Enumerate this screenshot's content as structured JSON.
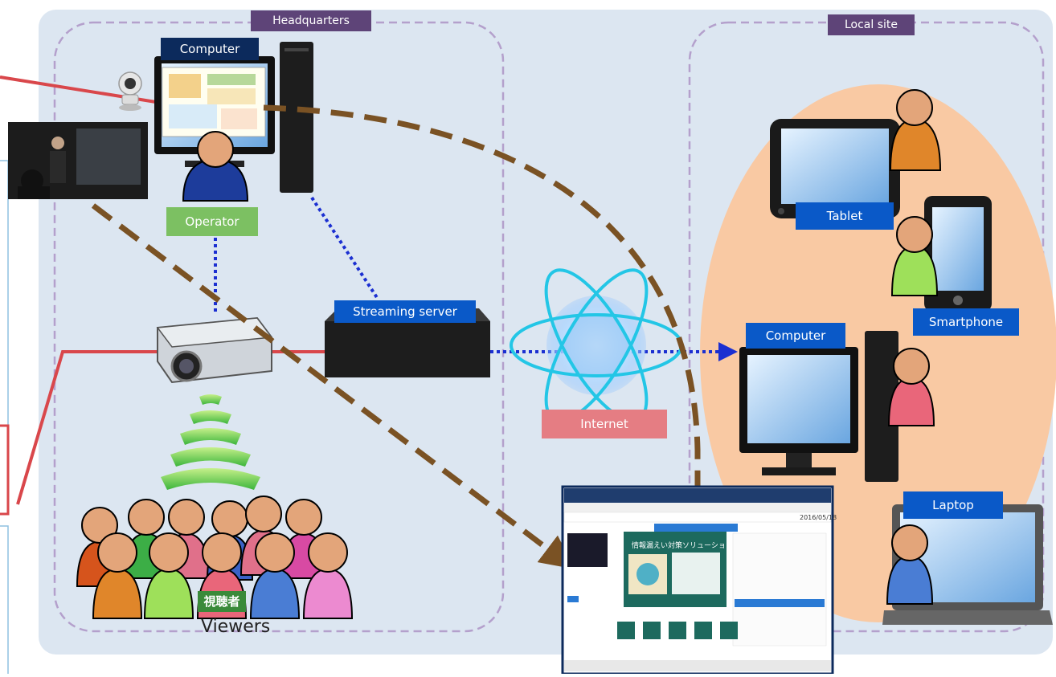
{
  "regions": {
    "headquarters": "Headquarters",
    "local_site": "Local site"
  },
  "labels": {
    "computer_hq": "Computer",
    "operator": "Operator",
    "streaming_server": "Streaming server",
    "internet": "Internet",
    "tablet": "Tablet",
    "smartphone": "Smartphone",
    "computer_local": "Computer",
    "laptop": "Laptop",
    "viewers": "Viewers",
    "viewers_jp": "視聴者"
  },
  "screenshot_panel": {
    "slide_title": "情報漏えい対策ソリューション",
    "date": "2016/05/18"
  },
  "colors": {
    "region_bg": "#dce6f1",
    "region_tag": "#5e4478",
    "label_blue": "#0a59c8",
    "label_navy": "#0c2a5c",
    "operator_green": "#7cc062",
    "internet_pink": "#e57d83",
    "local_ellipse": "#f9c9a3",
    "red_line": "#d9474b",
    "brown_dash": "#7a5224",
    "dotted_blue": "#1b2fd1"
  }
}
